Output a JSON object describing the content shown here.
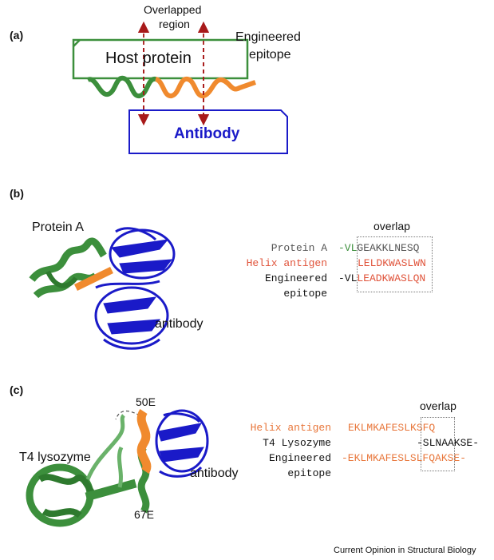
{
  "colors": {
    "host_green": "#3c8f3c",
    "antibody_blue": "#1a1ac8",
    "epitope_orange": "#f08a2e",
    "arrow_red": "#a81a1a",
    "helix_antigen_red": "#e0533a",
    "helix_antigen_orange": "#e8763a"
  },
  "panel_a": {
    "label": "(a)",
    "overlapped_line1": "Overlapped",
    "overlapped_line2": "region",
    "host_protein": "Host protein",
    "engineered_line1": "Engineered",
    "engineered_line2": "epitope",
    "antibody": "Antibody"
  },
  "panel_b": {
    "label": "(b)",
    "protein_a": "Protein A",
    "antibody": "antibody",
    "overlap": "overlap",
    "rows": [
      {
        "name": "Protein A",
        "seq_prefix": "-VL",
        "seq_main": "GEAKKLNESQ"
      },
      {
        "name": "Helix antigen",
        "seq_prefix": "",
        "seq_main": "LELDKWASLWN"
      },
      {
        "name": "Engineered",
        "seq_prefix": "-VL",
        "seq_main": "LEADKWASLQN"
      }
    ],
    "name_extra": "epitope"
  },
  "panel_c": {
    "label": "(c)",
    "t4": "T4 lysozyme",
    "top_residue": "50E",
    "bottom_residue": "67E",
    "antibody": "antibody",
    "overlap": "overlap",
    "rows": [
      {
        "name": "Helix antigen",
        "seq": "EKLMKAFESLKSFQ"
      },
      {
        "name": "T4 Lysozyme",
        "seq": "-SLNAAKSE-"
      },
      {
        "name": "Engineered",
        "seq": "-EKLMKAFESLSLFQAKSE-"
      }
    ],
    "name_extra": "epitope"
  },
  "footer": "Current Opinion in Structural Biology"
}
